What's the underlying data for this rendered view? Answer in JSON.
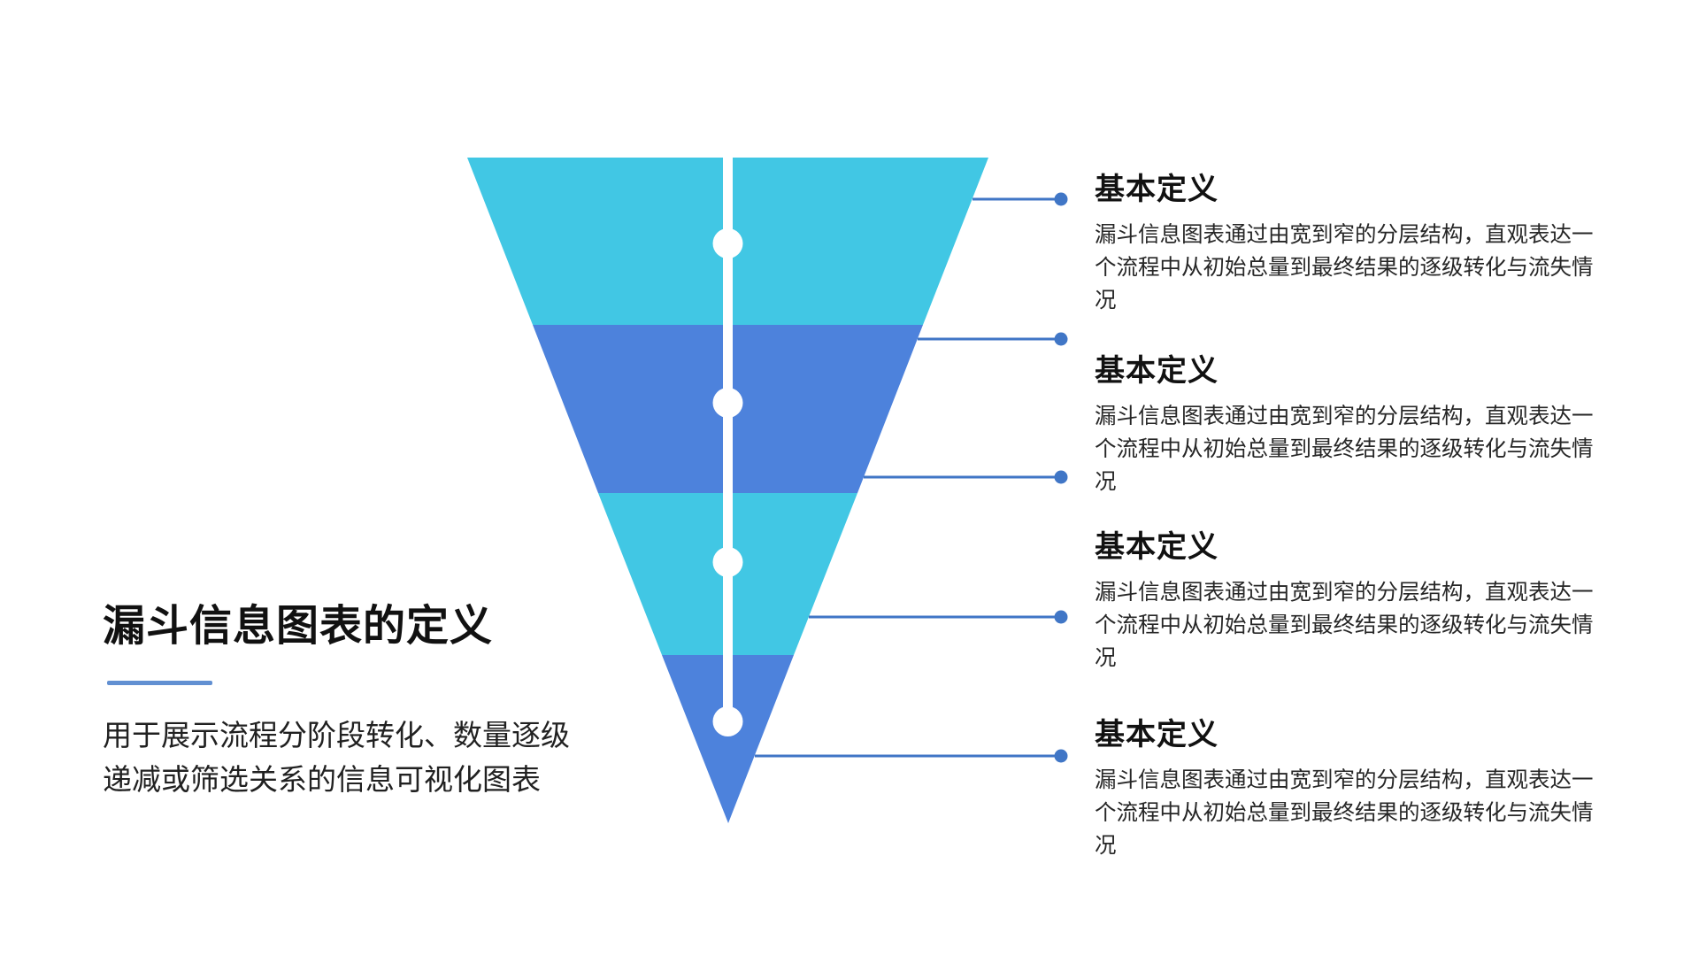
{
  "left_panel": {
    "title": "漏斗信息图表的定义",
    "description": "用于展示流程分阶段转化、数量逐级递减或筛选关系的信息可视化图表"
  },
  "sections": [
    {
      "heading": "基本定义",
      "body": "漏斗信息图表通过由宽到窄的分层结构，直观表达一个流程中从初始总量到最终结果的逐级转化与流失情况"
    },
    {
      "heading": "基本定义",
      "body": "漏斗信息图表通过由宽到窄的分层结构，直观表达一个流程中从初始总量到最终结果的逐级转化与流失情况"
    },
    {
      "heading": "基本定义",
      "body": "漏斗信息图表通过由宽到窄的分层结构，直观表达一个流程中从初始总量到最终结果的逐级转化与流失情况"
    },
    {
      "heading": "基本定义",
      "body": "漏斗信息图表通过由宽到窄的分层结构，直观表达一个流程中从初始总量到最终结果的逐级转化与流失情况"
    }
  ],
  "funnel": {
    "layer_count": 4,
    "layer_color_keys": [
      "funnel_cyan",
      "funnel_blue",
      "funnel_cyan",
      "funnel_blue"
    ]
  },
  "colors": {
    "funnel_cyan": "#41C7E4",
    "funnel_blue": "#4D82DC",
    "connector": "#4076C6",
    "divider": "#6290D2",
    "axis_white": "#FFFFFF",
    "background": "#FFFFFF",
    "title_text": "#111111",
    "body_text": "#262626"
  }
}
